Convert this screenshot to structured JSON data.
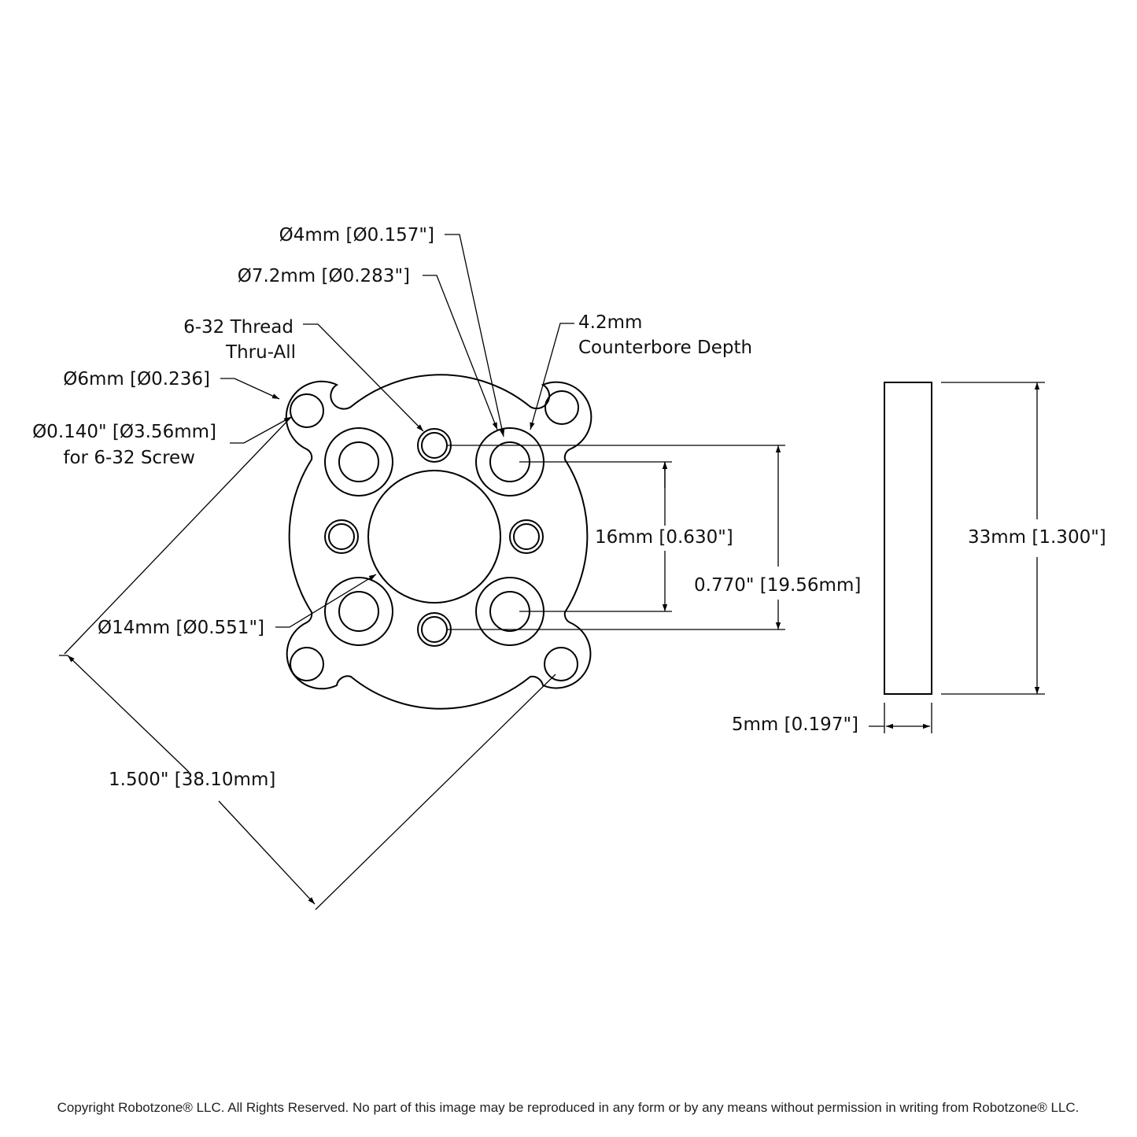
{
  "labels": {
    "hole_4mm": "Ø4mm [Ø0.157\"]",
    "hole_7_2mm": "Ø7.2mm [Ø0.283\"]",
    "thread_line1": "6-32 Thread",
    "thread_line2": "Thru-All",
    "counterbore_line1": "4.2mm",
    "counterbore_line2": "Counterbore Depth",
    "hole_6mm": "Ø6mm [Ø0.236]",
    "hole_0140_line1": "Ø0.140\" [Ø3.56mm]",
    "hole_0140_line2": "for 6-32 Screw",
    "dim_16mm": "16mm [0.630\"]",
    "dim_0770": "0.770\" [19.56mm]",
    "hole_14mm": "Ø14mm [Ø0.551\"]",
    "dim_1500": "1.500\" [38.10mm]",
    "dim_33mm": "33mm [1.300\"]",
    "dim_5mm": "5mm [0.197\"]"
  },
  "copyright": "Copyright Robotzone® LLC.  All Rights Reserved. No part of this image may be reproduced in any form or by any means without permission in writing from Robotzone® LLC."
}
